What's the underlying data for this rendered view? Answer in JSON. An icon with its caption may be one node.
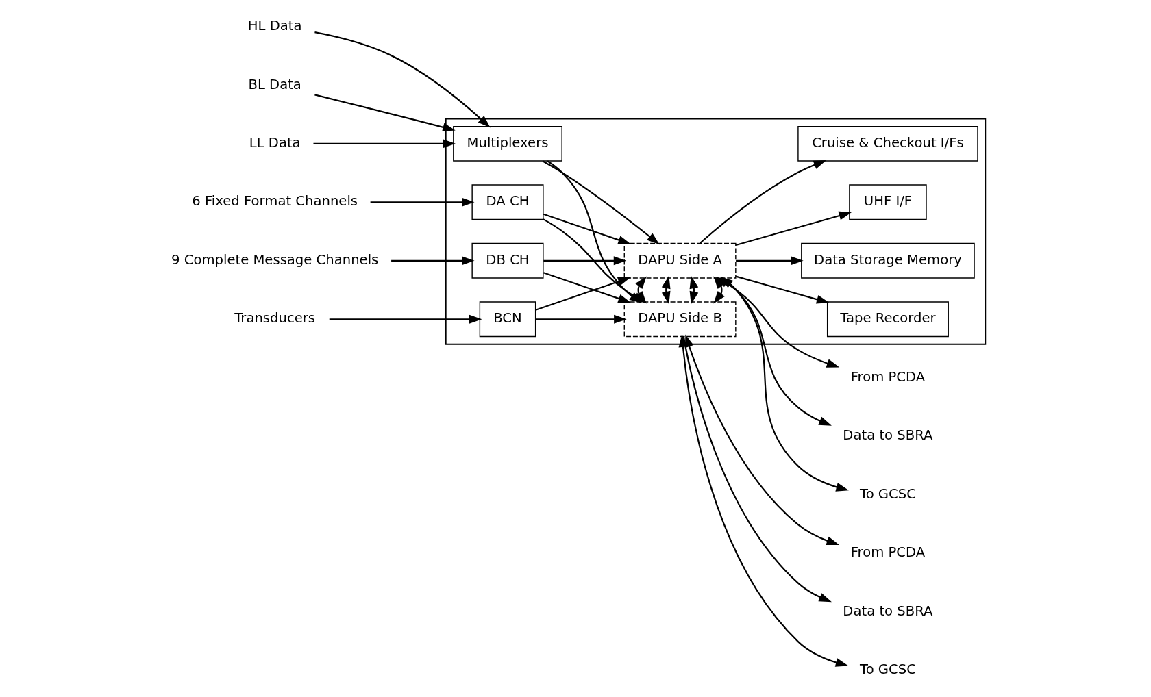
{
  "diagram": {
    "nodes": [
      {
        "text": [],
        "shape": "box"
      },
      {
        "text": [
          "Multiplexers"
        ],
        "in": 0
      },
      {
        "text": [
          "DA CH"
        ],
        "in": 0
      },
      {
        "text": [
          "DB CH"
        ],
        "in": 0
      },
      {
        "text": [
          "BCN"
        ],
        "in": 0
      },
      {
        "text": [
          "DAPU Side A"
        ],
        "in": 0
      },
      {
        "text": [
          "DAPU Side B"
        ],
        "in": 0
      },
      {
        "text": [
          "Tape Recorder"
        ],
        "in": 0
      },
      {
        "text": [
          "Data Storage Memory"
        ],
        "in": 0
      },
      {
        "text": [
          "UHF I/F"
        ],
        "in": 0
      },
      {
        "text": [
          "Cruise & Checkout I/Fs"
        ],
        "in": 0
      },
      {
        "text": [
          "HL Data"
        ]
      },
      {
        "text": [
          "BL Data"
        ]
      },
      {
        "text": [
          "LL Data"
        ]
      },
      {
        "text": [
          "6 Fixed Format Channels"
        ]
      },
      {
        "text": [
          "9 Complete Message Channels"
        ]
      },
      {
        "text": [
          "Transducers"
        ]
      },
      {
        "text": [
          "To GCSC"
        ]
      },
      {
        "text": [
          "From PCDA"
        ]
      },
      {
        "text": [
          "To GCSC"
        ]
      },
      {
        "text": [
          "From PCDA"
        ]
      },
      {
        "text": [
          "Data to SBRA"
        ]
      },
      {
        "text": [
          "Data to SBRA"
        ]
      }
    ],
    "edges": [
      {
        "from": 11,
        "to": 1,
        "arrow": "to"
      },
      {
        "from": 12,
        "to": 1,
        "arrow": "to"
      },
      {
        "from": 13,
        "to": 1,
        "arrow": "to"
      },
      {
        "from": 14,
        "to": 2,
        "arrow": "to"
      },
      {
        "from": 15,
        "to": 3,
        "arrow": "to"
      },
      {
        "from": 16,
        "to": 4,
        "arrow": "to"
      },
      {
        "from": 1,
        "to": 5,
        "arrow": "to"
      },
      {
        "from": 1,
        "to": 6,
        "arrow": "to"
      },
      {
        "from": 2,
        "to": 5,
        "arrow": "to"
      },
      {
        "from": 2,
        "to": 6,
        "arrow": "to"
      },
      {
        "from": 3,
        "to": 5,
        "arrow": "to"
      },
      {
        "from": 3,
        "to": 6,
        "arrow": "to"
      },
      {
        "from": 4,
        "to": 5,
        "arrow": "to"
      },
      {
        "from": 4,
        "to": 6,
        "arrow": "to"
      },
      {
        "from": 5,
        "to": 6,
        "arrow": "both"
      },
      {
        "from": 5,
        "to": 6,
        "arrow": "both"
      },
      {
        "from": 5,
        "to": 6,
        "arrow": "both"
      },
      {
        "from": 5,
        "to": 6,
        "arrow": "both"
      },
      {
        "from": 5,
        "to": 7,
        "arrow": "to"
      },
      {
        "from": 5,
        "to": 8,
        "arrow": "to"
      },
      {
        "from": 5,
        "to": 9,
        "arrow": "to"
      },
      {
        "from": 5,
        "to": 10,
        "arrow": "to"
      },
      {
        "from": 5,
        "to": 17,
        "arrow": "both"
      },
      {
        "from": 5,
        "to": 18,
        "arrow": "both"
      },
      {
        "from": 6,
        "to": 19,
        "arrow": "both"
      },
      {
        "from": 6,
        "to": 20,
        "arrow": "both"
      },
      {
        "from": 5,
        "to": 21,
        "arrow": "to"
      },
      {
        "from": 6,
        "to": 22,
        "arrow": "to"
      }
    ]
  }
}
